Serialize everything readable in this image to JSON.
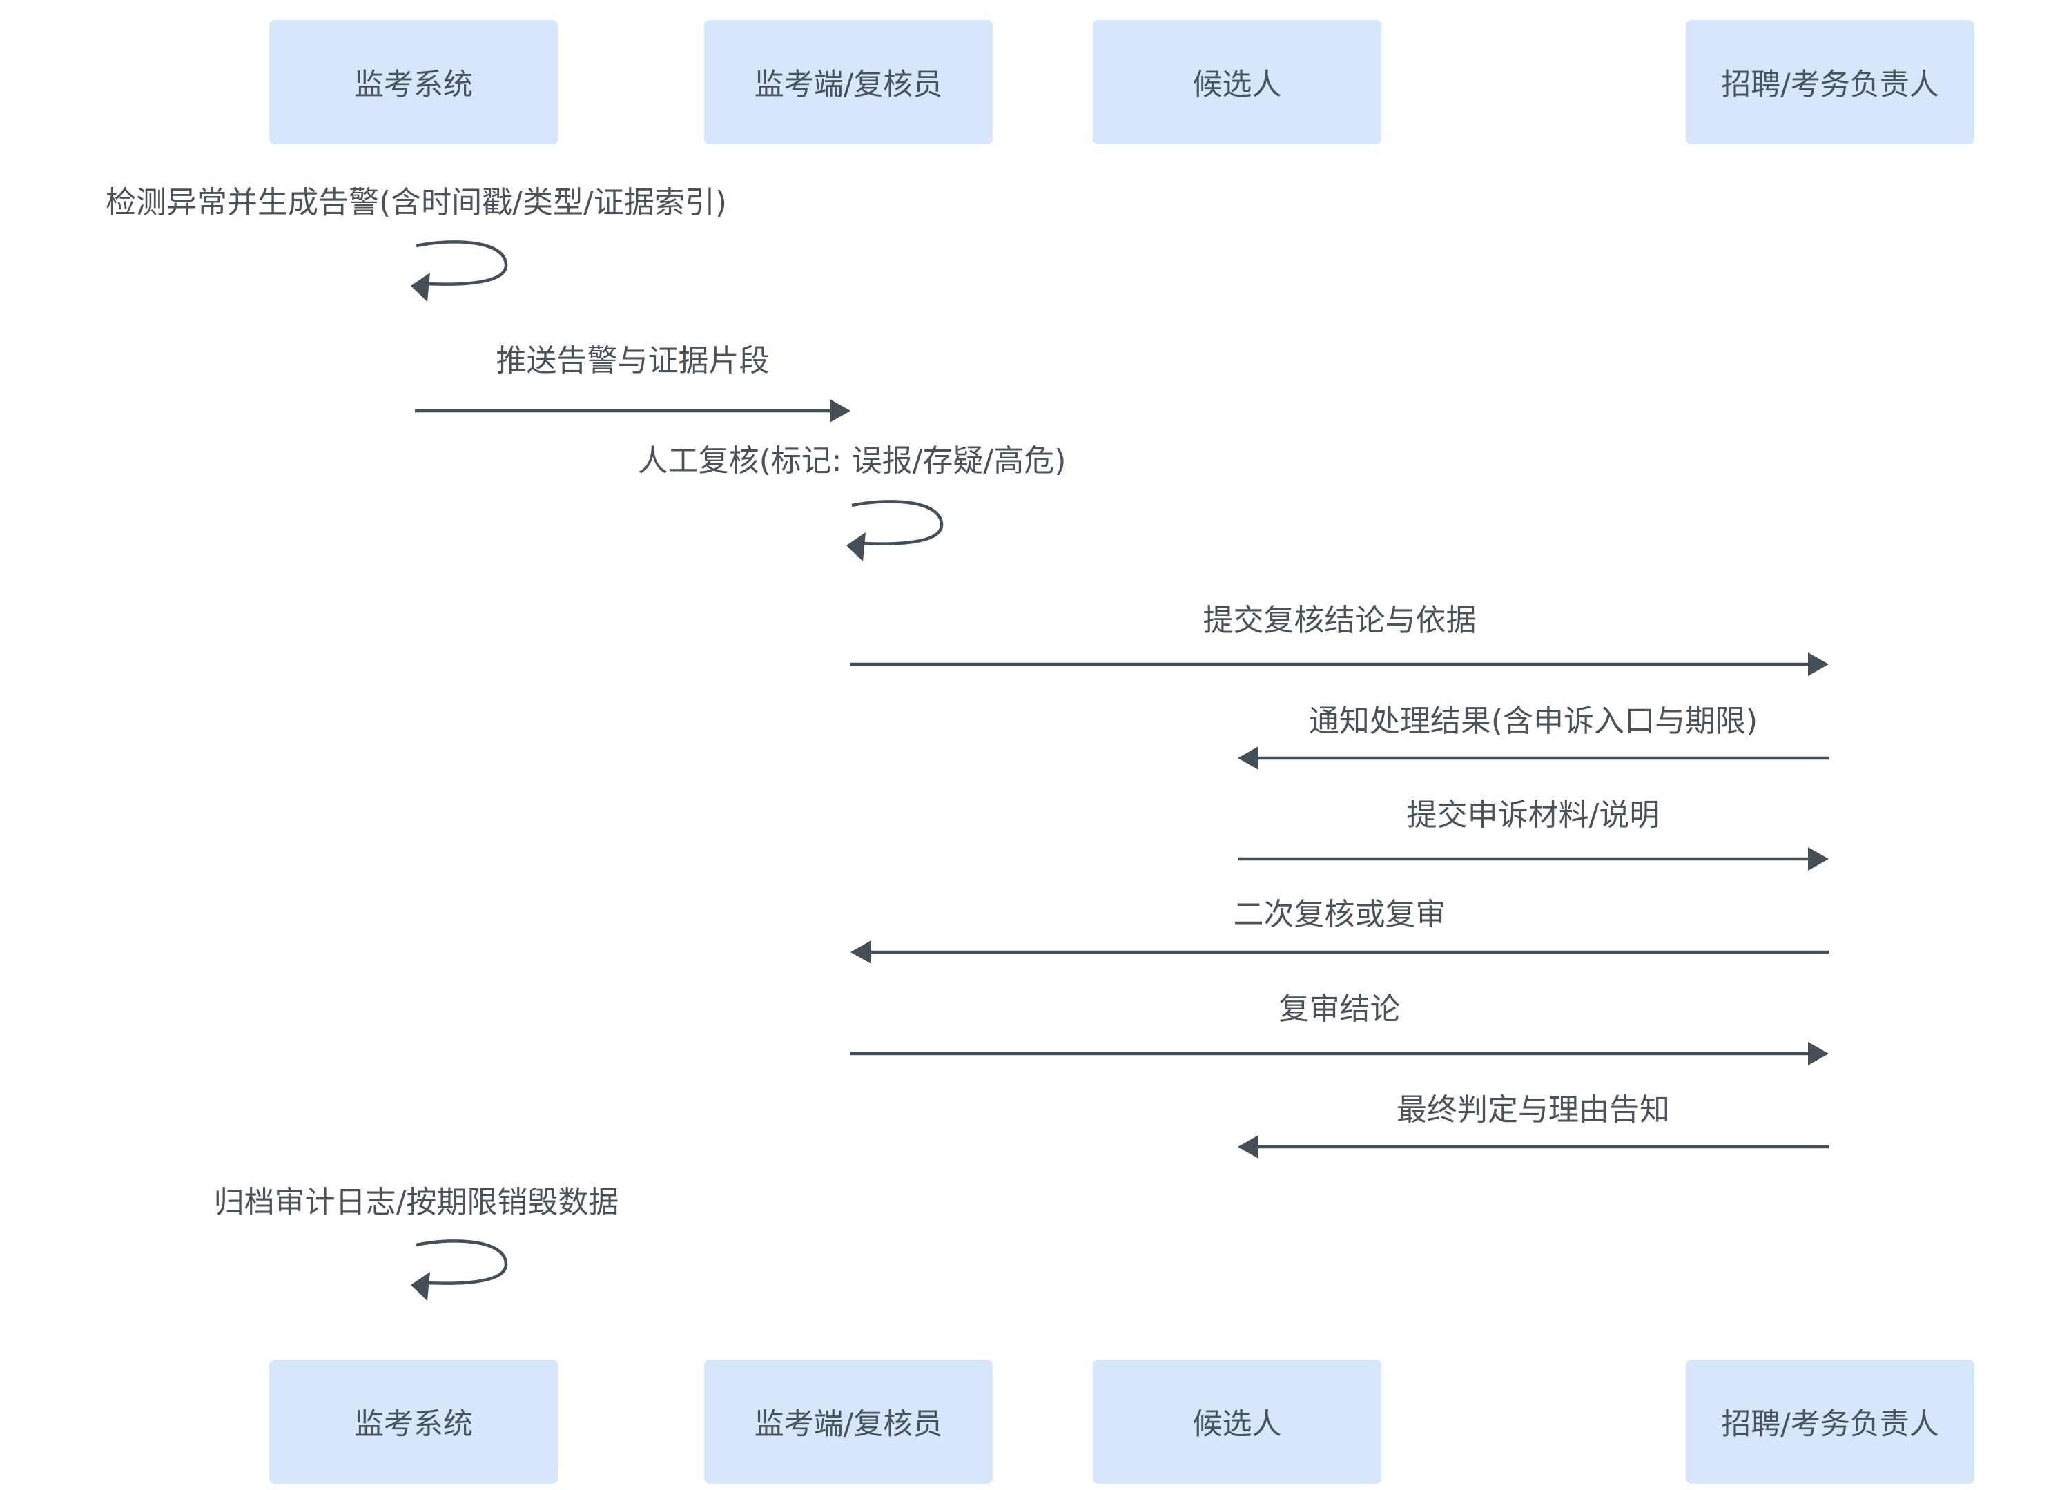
{
  "diagram": {
    "type": "sequence",
    "colors": {
      "actor_fill": "#d6e7fc",
      "text": "#4a535c",
      "line": "#454f58",
      "background": "#ffffff"
    },
    "participants": [
      {
        "id": "system",
        "label": "监考系统"
      },
      {
        "id": "reviewer",
        "label": "监考端/复核员"
      },
      {
        "id": "candidate",
        "label": "候选人"
      },
      {
        "id": "manager",
        "label": "招聘/考务负责人"
      }
    ],
    "messages": [
      {
        "from": "system",
        "to": "system",
        "label": "检测异常并生成告警(含时间戳/类型/证据索引)"
      },
      {
        "from": "system",
        "to": "reviewer",
        "label": "推送告警与证据片段"
      },
      {
        "from": "reviewer",
        "to": "reviewer",
        "label": "人工复核(标记: 误报/存疑/高危)"
      },
      {
        "from": "reviewer",
        "to": "manager",
        "label": "提交复核结论与依据"
      },
      {
        "from": "manager",
        "to": "candidate",
        "label": "通知处理结果(含申诉入口与期限)"
      },
      {
        "from": "candidate",
        "to": "manager",
        "label": "提交申诉材料/说明"
      },
      {
        "from": "manager",
        "to": "reviewer",
        "label": "二次复核或复审"
      },
      {
        "from": "reviewer",
        "to": "manager",
        "label": "复审结论"
      },
      {
        "from": "manager",
        "to": "candidate",
        "label": "最终判定与理由告知"
      },
      {
        "from": "system",
        "to": "system",
        "label": "归档审计日志/按期限销毁数据"
      }
    ]
  }
}
